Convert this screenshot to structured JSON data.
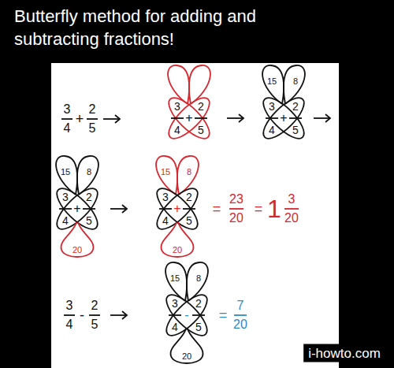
{
  "diagram": {
    "title": "Butterfly method for adding and subtracting fractions!",
    "labels": [
      "3",
      "4",
      "+",
      "2",
      "5",
      "3",
      "+",
      "2",
      "4",
      "5",
      "15",
      "8",
      "3",
      "+",
      "2",
      "4",
      "5",
      "15",
      "8",
      "3",
      "+",
      "2",
      "4",
      "5",
      "20",
      "15",
      "8",
      "3",
      "+",
      "2",
      "4",
      "5",
      "20",
      "=",
      "23",
      "20",
      "=",
      "1",
      "3",
      "20",
      "3",
      "4",
      "-",
      "2",
      "5",
      "15",
      "8",
      "3",
      "-",
      "2",
      "4",
      "5",
      "20",
      "=",
      "7",
      "20",
      "i-howto.com"
    ]
  }
}
